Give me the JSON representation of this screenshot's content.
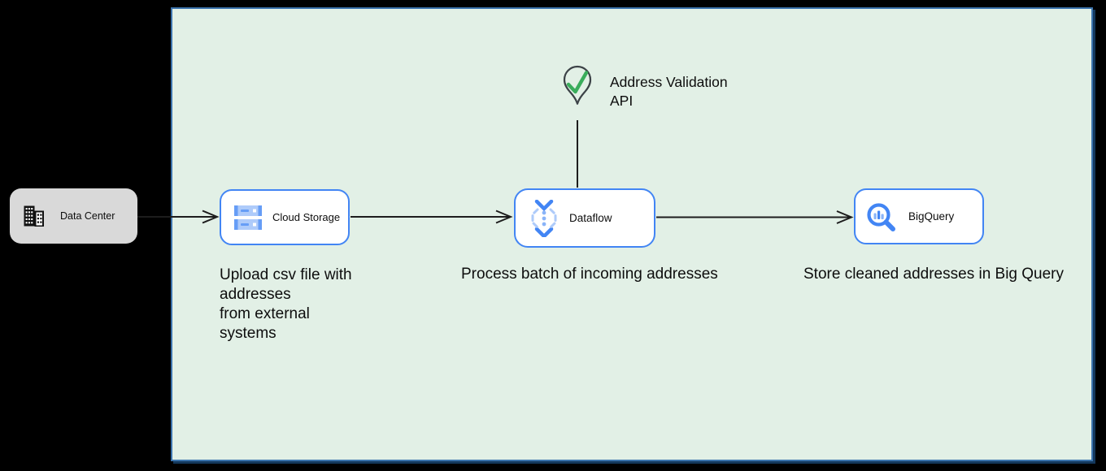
{
  "nodes": {
    "data_center": {
      "label": "Data Center"
    },
    "cloud_storage": {
      "label": "Cloud Storage"
    },
    "dataflow": {
      "label": "Dataflow"
    },
    "bigquery": {
      "label": "BigQuery"
    }
  },
  "annotation": {
    "address_validation": "Address Validation\nAPI"
  },
  "captions": {
    "cloud_storage": "Upload csv file with\naddresses\nfrom external\nsystems",
    "dataflow": "Process batch of incoming addresses",
    "bigquery": "Store cleaned addresses in Big Query"
  },
  "icons": {
    "data_center": "building-icon",
    "cloud_storage": "storage-buckets-icon",
    "dataflow": "dataflow-stream-icon",
    "bigquery": "magnifier-chart-icon",
    "address_validation": "map-pin-check-icon"
  },
  "colors": {
    "canvas_bg": "#000000",
    "panel_fill": "#e2f0e6",
    "panel_border": "#3c74ad",
    "panel_shadow": "#14385c",
    "node_fill": "#ffffff",
    "node_border": "#4285f4",
    "datacenter_fill": "#d9d9d9",
    "icon_blue": "#4285f4",
    "icon_light_blue": "#8ab4f8",
    "icon_pale_blue": "#aecbfa",
    "icon_mid_blue": "#669df6",
    "check_green": "#3aad5c",
    "pin_outline": "#3c4247",
    "line_color": "#1d1d1d",
    "text_color": "#111111"
  }
}
